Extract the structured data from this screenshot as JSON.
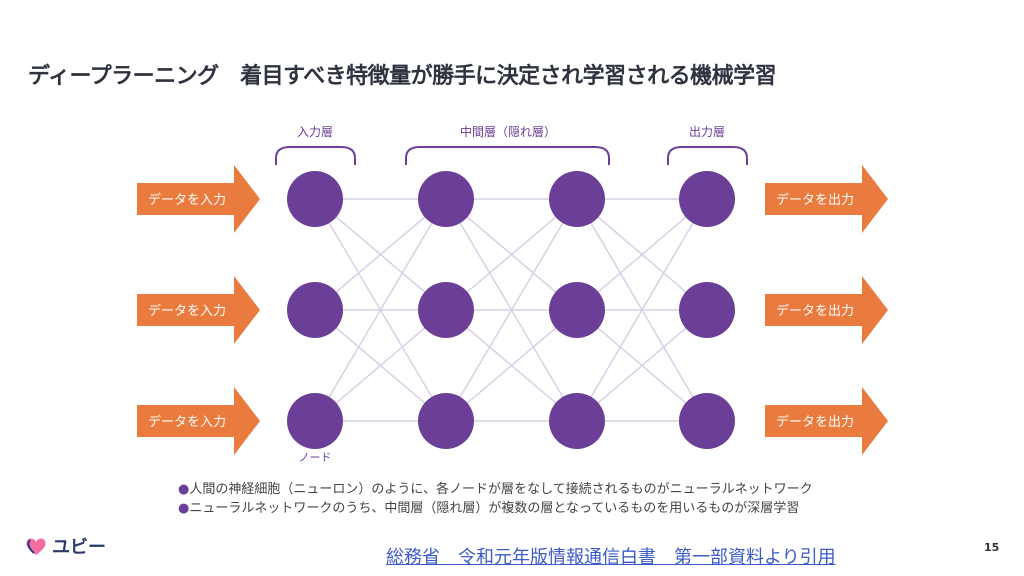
{
  "title": "ディープラーニング　着目すべき特徴量が勝手に決定され学習される機械学習",
  "diagram": {
    "layer_labels": {
      "input": "入力層",
      "hidden": "中間層（隠れ層）",
      "output": "出力層"
    },
    "input_arrow_label": "データを入力",
    "output_arrow_label": "データを出力",
    "node_label": "ノード",
    "layers": [
      3,
      3,
      3,
      3
    ],
    "colors": {
      "node": "#6b3f98",
      "arrow": "#e97b3e",
      "edge": "#d9cfe6",
      "bracket": "#6b3f98"
    }
  },
  "bullets": [
    "人間の神経細胞（ニューロン）のように、各ノードが層をなして接続されるものがニューラルネットワーク",
    "ニューラルネットワークのうち、中間層（隠れ層）が複数の層となっているものを用いるものが深層学習"
  ],
  "bullet_mark": "●",
  "logo": {
    "text": "ユビー"
  },
  "source": "総務省　令和元年版情報通信白書　第一部資料より引用",
  "page_number": "15"
}
